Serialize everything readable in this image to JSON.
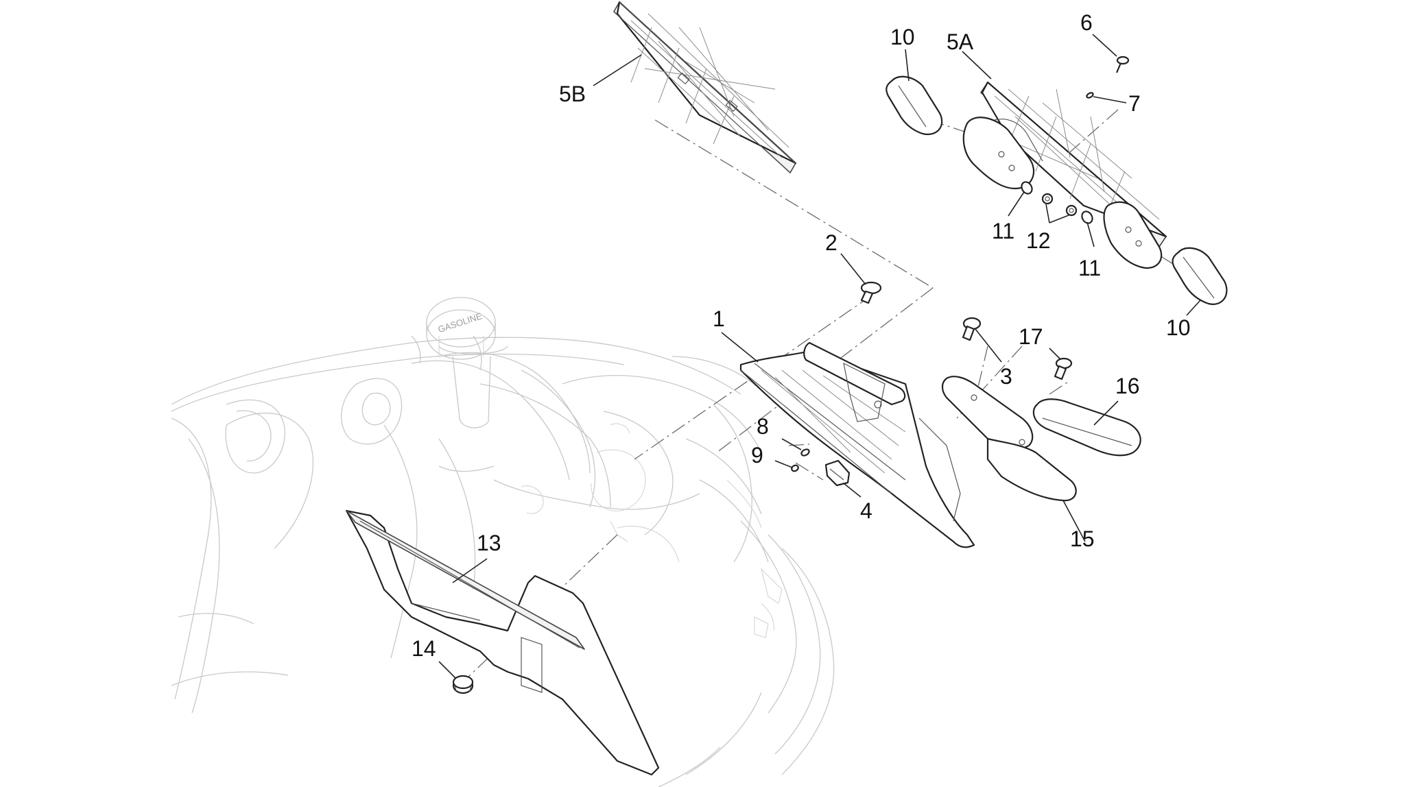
{
  "diagram": {
    "type": "exploded-parts-diagram",
    "colors": {
      "line": "#222222",
      "faint": "#c8c8c8",
      "background": "#ffffff"
    },
    "callouts": [
      {
        "id": "c1",
        "label": "1"
      },
      {
        "id": "c2",
        "label": "2"
      },
      {
        "id": "c3",
        "label": "3"
      },
      {
        "id": "c4",
        "label": "4"
      },
      {
        "id": "c5a",
        "label": "5A"
      },
      {
        "id": "c5b",
        "label": "5B"
      },
      {
        "id": "c6",
        "label": "6"
      },
      {
        "id": "c7",
        "label": "7"
      },
      {
        "id": "c8",
        "label": "8"
      },
      {
        "id": "c9",
        "label": "9"
      },
      {
        "id": "c10a",
        "label": "10"
      },
      {
        "id": "c10b",
        "label": "10"
      },
      {
        "id": "c11a",
        "label": "11"
      },
      {
        "id": "c11b",
        "label": "11"
      },
      {
        "id": "c12",
        "label": "12"
      },
      {
        "id": "c13",
        "label": "13"
      },
      {
        "id": "c14",
        "label": "14"
      },
      {
        "id": "c15",
        "label": "15"
      },
      {
        "id": "c16",
        "label": "16"
      },
      {
        "id": "c17",
        "label": "17"
      }
    ],
    "fuel_cap_text": "GASOLINE"
  }
}
